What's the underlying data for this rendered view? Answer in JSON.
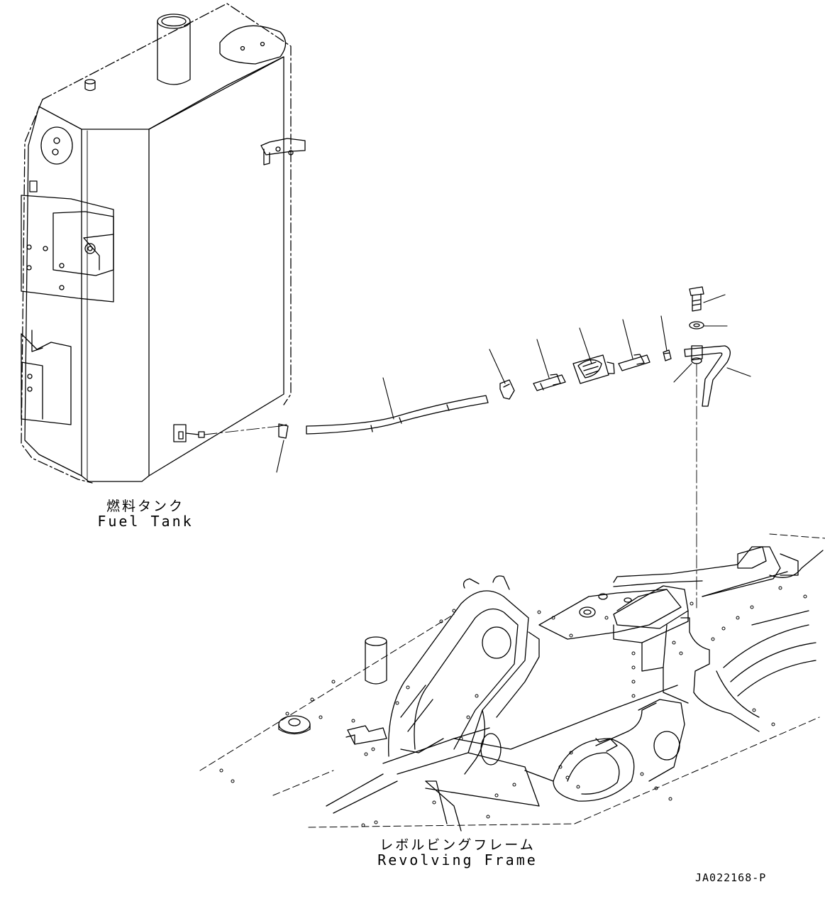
{
  "labels": {
    "fuel_tank_jp": "燃料タンク",
    "fuel_tank_en": "Fuel Tank",
    "revolving_frame_jp": "レボルビングフレーム",
    "revolving_frame_en": "Revolving Frame",
    "drawing_code": "JA022168-P"
  }
}
